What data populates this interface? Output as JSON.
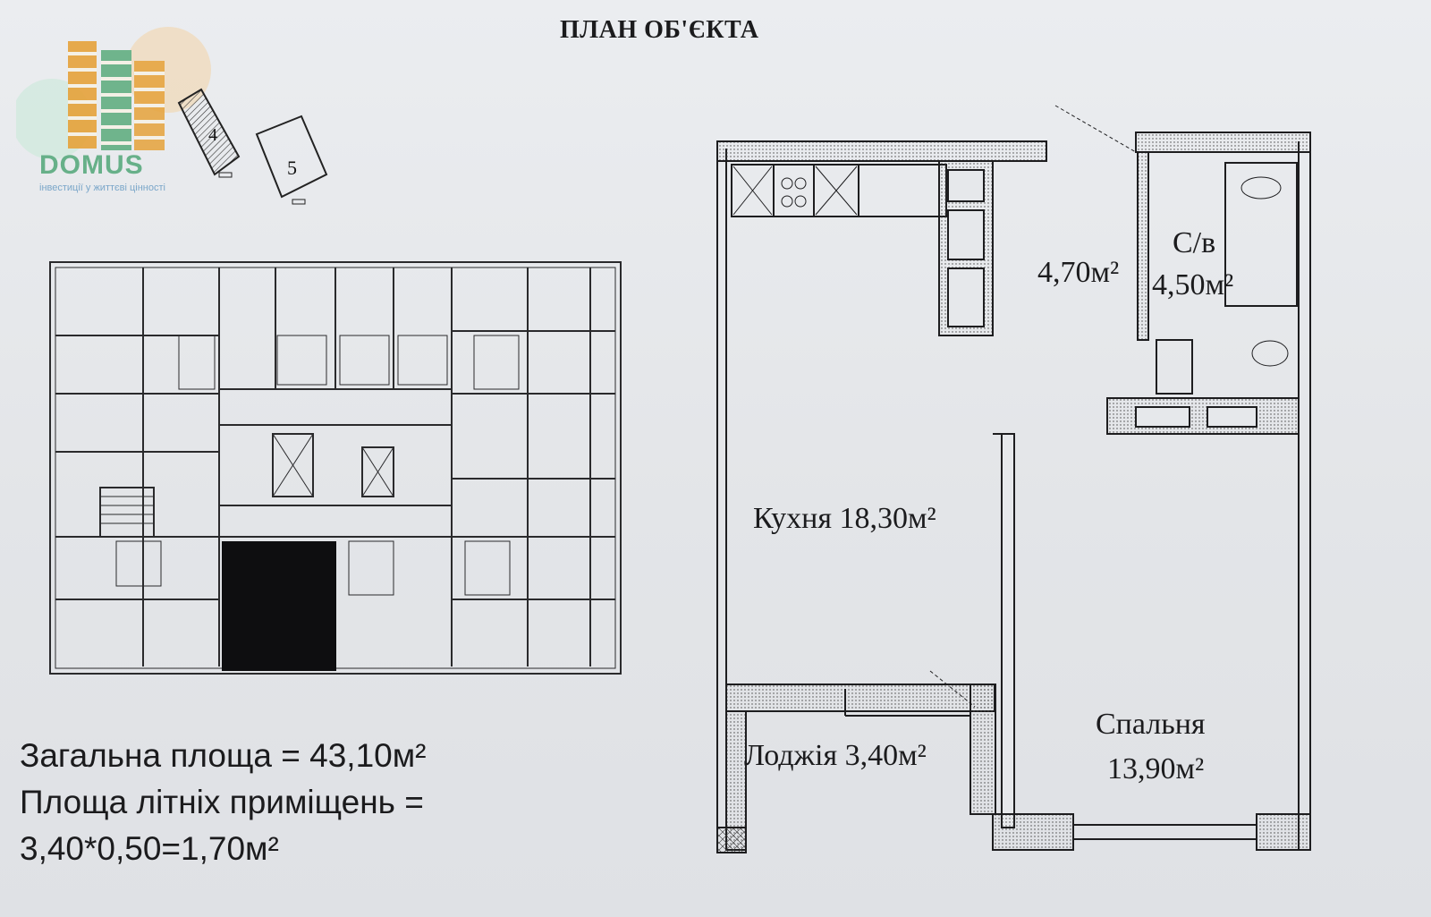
{
  "document": {
    "title": "ПЛАН ОБ'ЄКТА"
  },
  "logo": {
    "name": "DOMUS",
    "tagline": "інвестиції у життєві цінності"
  },
  "key_plan": {
    "section_a": "4",
    "section_b": "5"
  },
  "rooms": {
    "kitchen": "Кухня 18,30м²",
    "bathroom_name": "С/в",
    "bathroom_area": "4,50м²",
    "hall_area": "4,70м²",
    "loggia": "Лоджія 3,40м²",
    "bedroom_name": "Спальня",
    "bedroom_area": "13,90м²"
  },
  "summary": {
    "total_area": "Загальна площа  = 43,10м²",
    "summer_label": "Площа літніх приміщень =",
    "summer_calc": "3,40*0,50=1,70м²"
  },
  "colors": {
    "ink": "#1b1b1d",
    "logo_green": "#67b089",
    "logo_orange": "#e5a23a"
  }
}
